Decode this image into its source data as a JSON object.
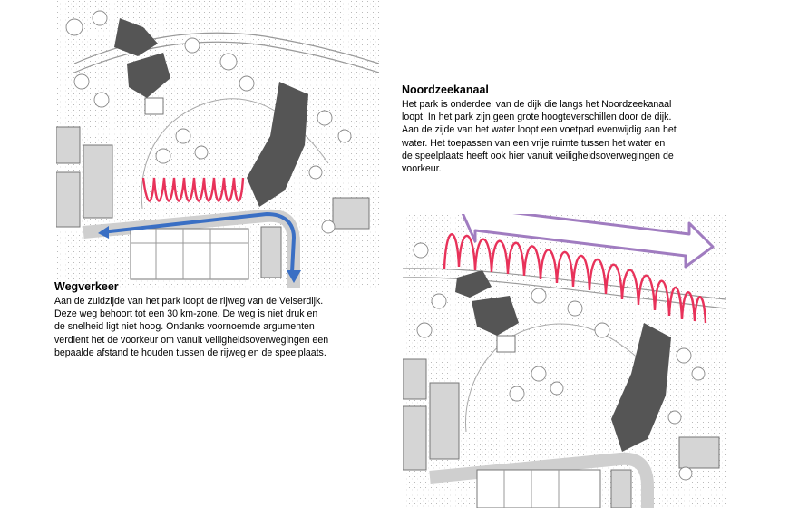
{
  "sections": {
    "noordzeekanaal": {
      "title": "Noordzeekanaal",
      "body": "Het park is onderdeel van de dijk die langs het Noordzeekanaal\nloopt. In het park zijn geen grote hoogteverschillen door de dijk.\nAan de zijde van  het water loopt een voetpad evenwijdig aan het\nwater. Het toepassen van een vrije ruimte tussen het water en\nde speelplaats heeft ook hier vanuit veiligheidsoverwegingen de\nvoorkeur."
    },
    "wegverkeer": {
      "title": "Wegverkeer",
      "body": "Aan de zuidzijde van het park loopt de rijweg van de Velserdijk.\nDeze weg behoort tot een 30 km-zone. De weg is niet druk en\nde snelheid ligt niet hoog. Ondanks voornoemde argumenten\nverdient het de voorkeur om vanuit veiligheidsoverwegingen een\nbepaalde afstand te houden tussen de rijweg en de speelplaats."
    }
  },
  "colors": {
    "zigzag": "#e8325a",
    "road_arrow": "#3a6fc4",
    "water_arrow": "#a07cc0",
    "building": "#555555"
  }
}
